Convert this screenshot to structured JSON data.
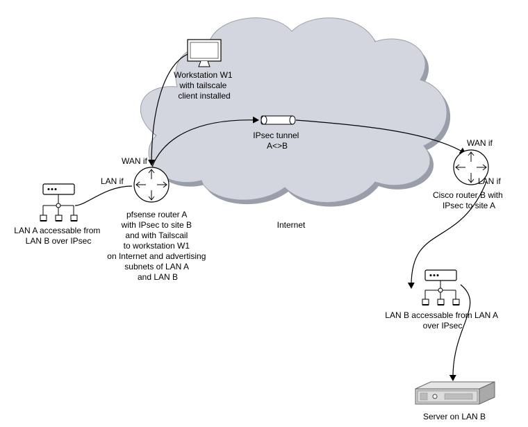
{
  "labels": {
    "workstation": [
      "Workstation W1",
      "with tailscale",
      "client installed"
    ],
    "tunnel": [
      "IPsec tunnel",
      "A<>B"
    ],
    "internet": "Internet",
    "wan_if_a": "WAN if",
    "lan_if_a": "LAN if",
    "wan_if_b": "WAN if",
    "lan_if_b": "LAN if",
    "router_a": [
      "pfsense router A",
      "with IPsec to site B",
      "and with Tailscail",
      "to workstation W1",
      "on Internet and advertising",
      "subnets of LAN A",
      "and LAN B"
    ],
    "router_b": [
      "Cisco router B with",
      "IPsec to site A"
    ],
    "lan_a": [
      "LAN A accessable from",
      "LAN B over IPsec"
    ],
    "lan_b": [
      "LAN B accessable from LAN A",
      "over IPsec"
    ],
    "server": "Server on LAN B"
  },
  "icons": {
    "workstation": "monitor-icon",
    "router_a": "router-icon",
    "router_b": "router-icon",
    "tunnel": "pipe-icon",
    "lan_a": "network-switch-icon",
    "lan_b": "network-switch-icon",
    "server": "rack-server-icon",
    "internet": "cloud-icon"
  },
  "colors": {
    "cloud_fill": "#d3d6de",
    "cloud_shadow": "#9a9ea8",
    "line": "#000000"
  }
}
